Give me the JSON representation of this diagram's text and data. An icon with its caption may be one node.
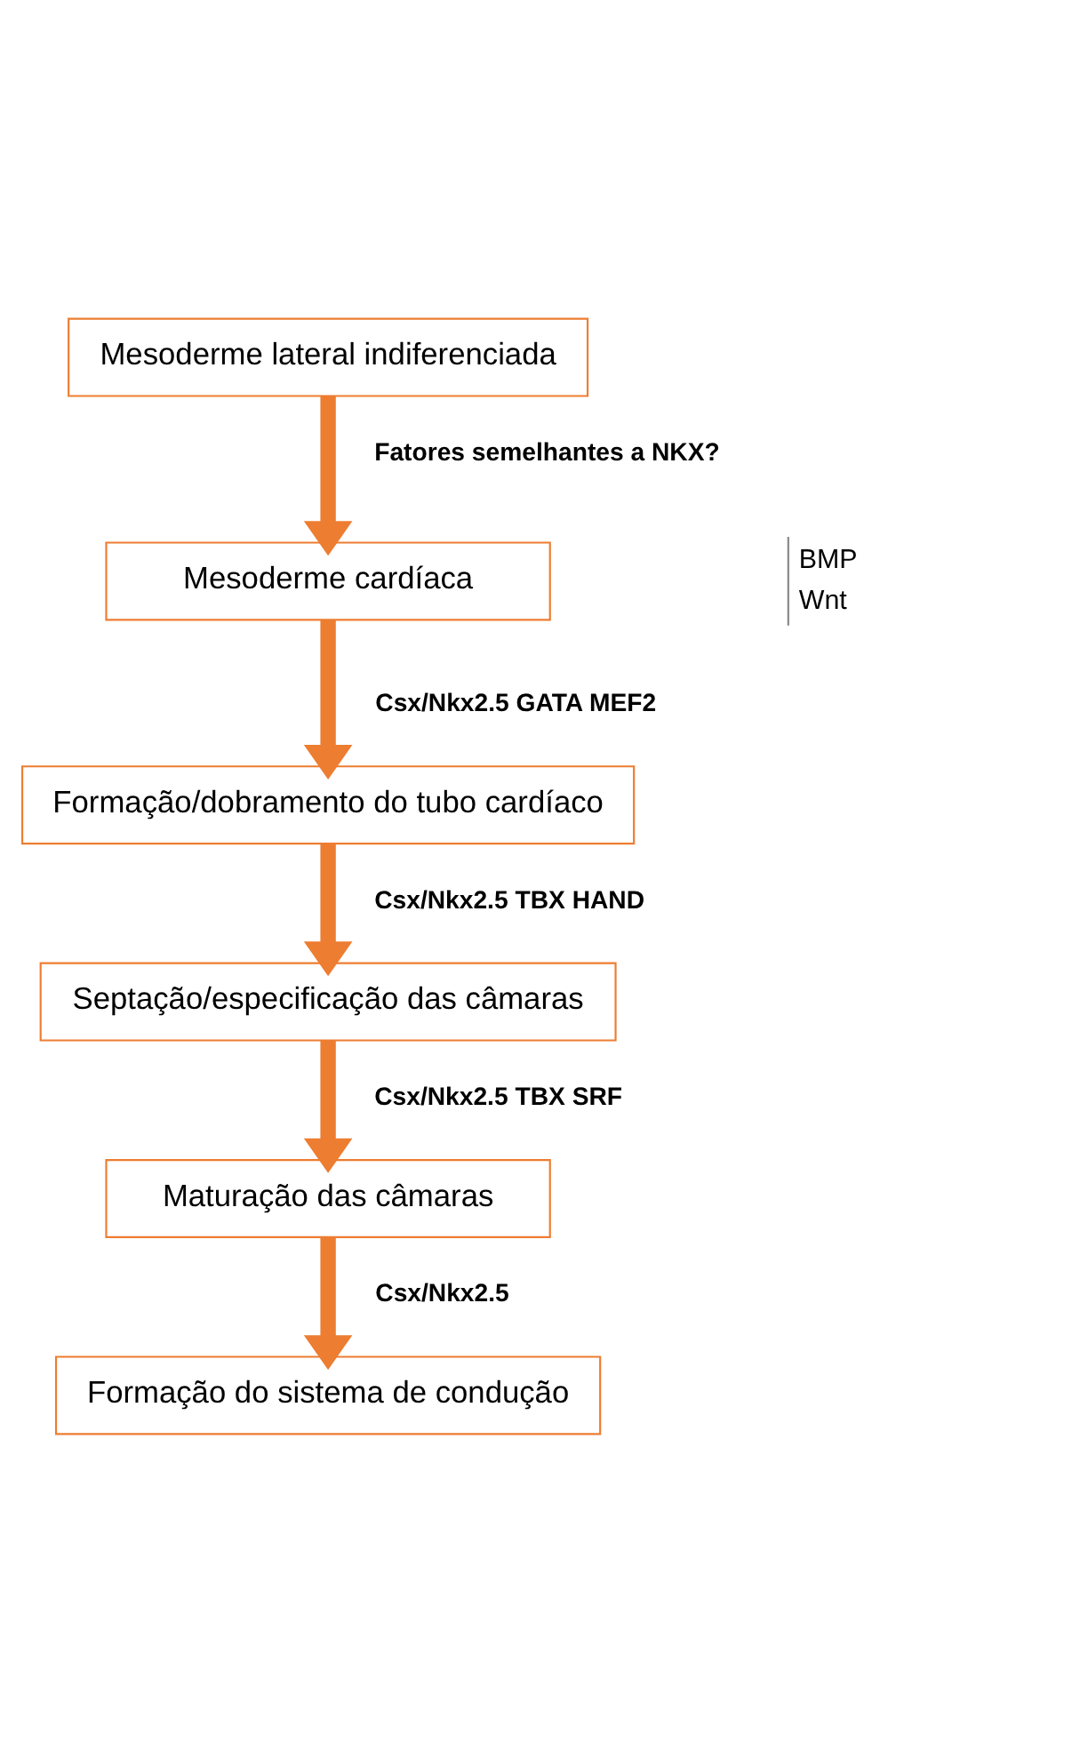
{
  "diagram": {
    "nodes": [
      {
        "text": [
          "Mesoderme lateral indiferenciada"
        ]
      },
      {
        "text": [
          "Mesoderme cardíaca"
        ]
      },
      {
        "text": [
          "Formação/dobramento do tubo cardíaco"
        ]
      },
      {
        "text": [
          "Septação/especificação das câmaras"
        ]
      },
      {
        "text": [
          "Maturação das câmaras"
        ]
      },
      {
        "text": [
          "Formação do sistema de condução"
        ]
      }
    ],
    "edges": [
      {
        "from": 0,
        "to": 1,
        "arrow": "to",
        "label": "Fatores semelhantes a NKX?"
      },
      {
        "from": 1,
        "to": 2,
        "arrow": "to",
        "label": "Csx/Nkx2.5 GATA MEF2"
      },
      {
        "from": 2,
        "to": 3,
        "arrow": "to",
        "label": "Csx/Nkx2.5 TBX HAND"
      },
      {
        "from": 3,
        "to": 4,
        "arrow": "to",
        "label": "Csx/Nkx2.5 TBX SRF"
      },
      {
        "from": 4,
        "to": 5,
        "arrow": "to",
        "label": "Csx/Nkx2.5"
      }
    ],
    "labels": [
      "BMP",
      "Wnt"
    ]
  }
}
